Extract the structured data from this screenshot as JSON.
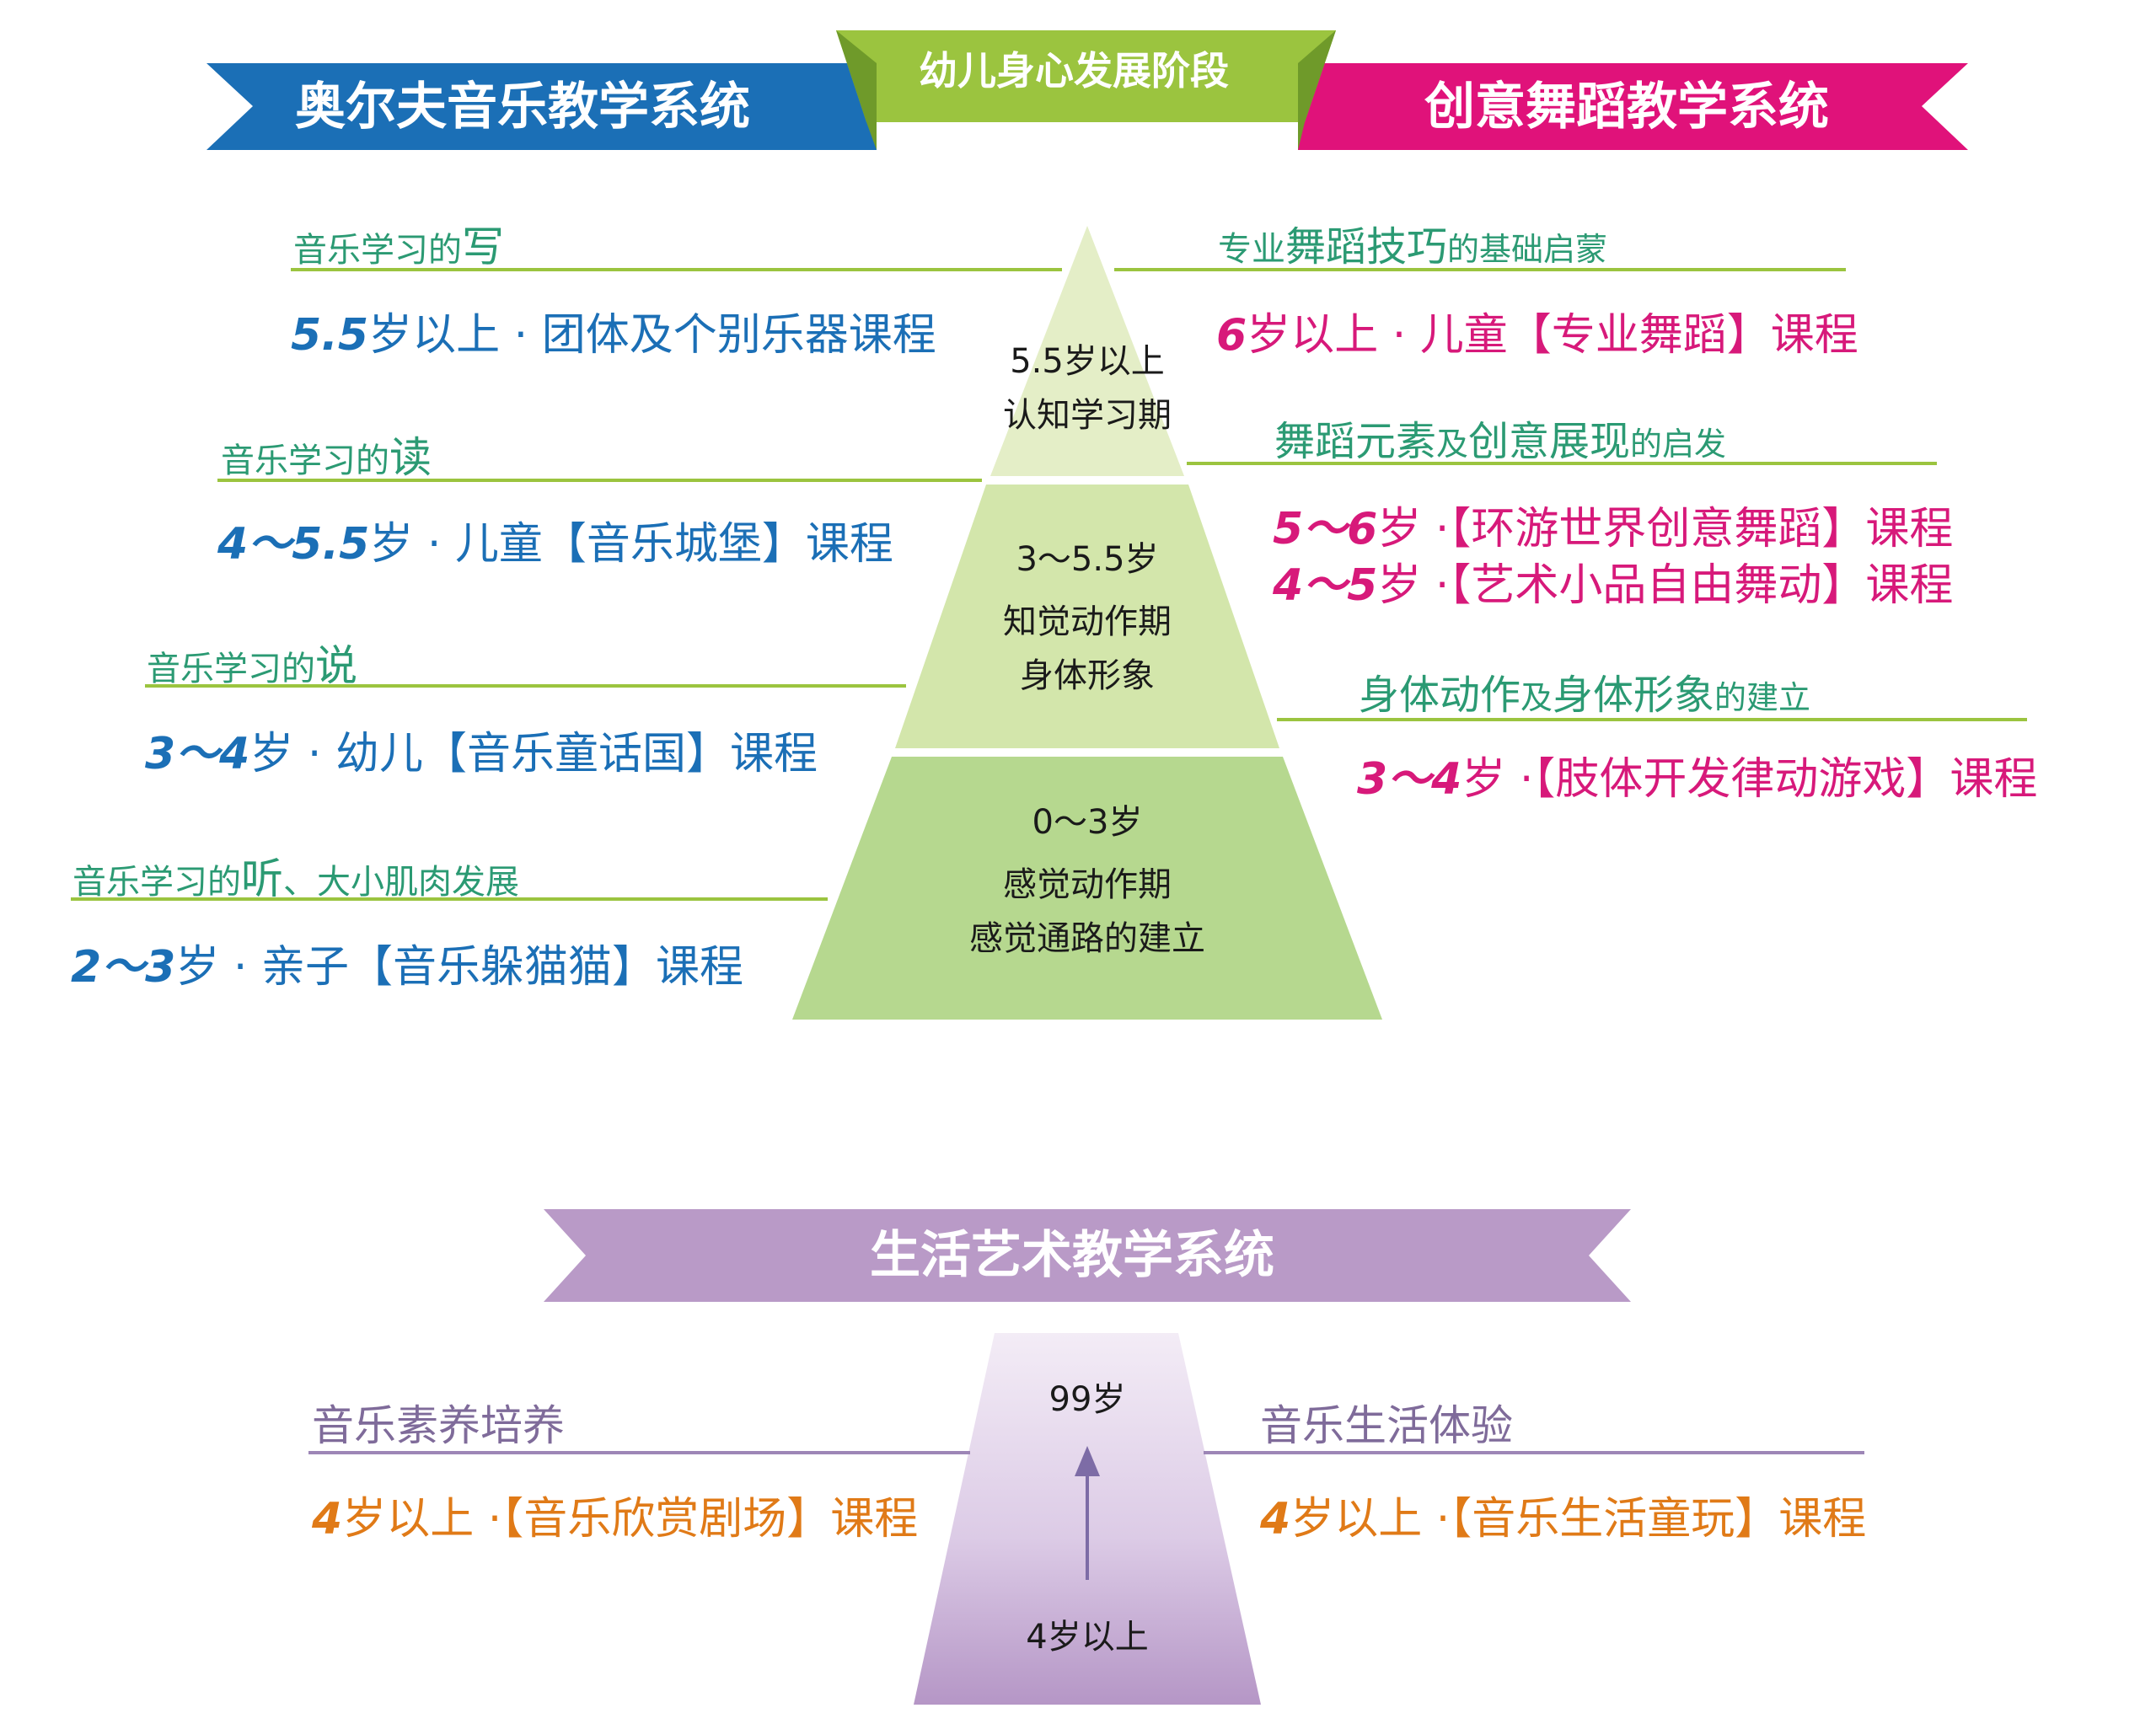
{
  "colors": {
    "blue": "#1b6fb6",
    "green_banner": "#9bc43f",
    "pink": "#e0127a",
    "lavender": "#b99ac7",
    "rule_green": "#9bc43f",
    "rule_purple": "#9d86b6",
    "text_green": "#2b9a73",
    "text_blue": "#1b6fb6",
    "text_pink": "#d7197a",
    "text_orange": "#e07a17",
    "text_purple": "#7f6b9a",
    "pyr_top": "#e4eec7",
    "pyr_mid": "#d3e6ab",
    "pyr_bot": "#b6d88f",
    "trap_top": "#f1e8f4",
    "trap_bot": "#b89ac8",
    "arrow": "#7d6ca6"
  },
  "banners": {
    "left": "奥尔夫音乐教学系统",
    "center": "幼儿身心发展阶段",
    "right": "创意舞蹈教学系统",
    "bottom": "生活艺术教学系统"
  },
  "pyramid": {
    "top": {
      "line1": "5.5岁以上",
      "line2": "认知学习期"
    },
    "middle": {
      "line1": "3～5.5岁",
      "line2": "知觉动作期",
      "line3": "身体形象"
    },
    "bottom": {
      "line1": "0～3岁",
      "line2": "感觉动作期",
      "line3": "感觉通路的建立"
    }
  },
  "left_column": [
    {
      "heading_pre": "音乐学习的",
      "heading_key": "写",
      "heading_post": "",
      "course_num": "5.5",
      "course_text": "岁以上 · 团体及个别乐器课程"
    },
    {
      "heading_pre": "音乐学习的",
      "heading_key": "读",
      "heading_post": "",
      "course_num": "4～5.5",
      "course_text": "岁 · 儿童【音乐城堡】课程"
    },
    {
      "heading_pre": "音乐学习的",
      "heading_key": "说",
      "heading_post": "",
      "course_num": "3～4",
      "course_text": "岁 · 幼儿【音乐童话国】课程"
    },
    {
      "heading_pre": "音乐学习的",
      "heading_key": "听",
      "heading_post": "、大小肌肉发展",
      "course_num": "2～3",
      "course_text": "岁 · 亲子【音乐躲猫猫】课程"
    }
  ],
  "right_column": [
    {
      "heading_a": "专业",
      "heading_b": "舞蹈技巧",
      "heading_c": "的基础启蒙",
      "heading_d": "",
      "heading_e": "",
      "courses": [
        {
          "num": "6",
          "text": "岁以上 · 儿童【专业舞蹈】课程"
        }
      ]
    },
    {
      "heading_a": "",
      "heading_b": "舞蹈元素",
      "heading_c": "及",
      "heading_d": "创意展现",
      "heading_e": "的启发",
      "courses": [
        {
          "num": "5～6",
          "text": "岁 ·【环游世界创意舞蹈】课程"
        },
        {
          "num": "4～5",
          "text": "岁 ·【艺术小品自由舞动】课程"
        }
      ]
    },
    {
      "heading_a": "",
      "heading_b": "身体动作",
      "heading_c": "及",
      "heading_d": "身体形象",
      "heading_e": "的建立",
      "courses": [
        {
          "num": "3～4",
          "text": "岁 ·【肢体开发律动游戏】课程"
        }
      ]
    }
  ],
  "life_art": {
    "left_heading": "音乐素养培养",
    "left_course_num": "4",
    "left_course_text": "岁以上 ·【音乐欣赏剧场】课程",
    "right_heading": "音乐生活体验",
    "right_course_num": "4",
    "right_course_text": "岁以上 ·【音乐生活童玩】课程",
    "trap_top": "99岁",
    "trap_bottom": "4岁以上"
  }
}
